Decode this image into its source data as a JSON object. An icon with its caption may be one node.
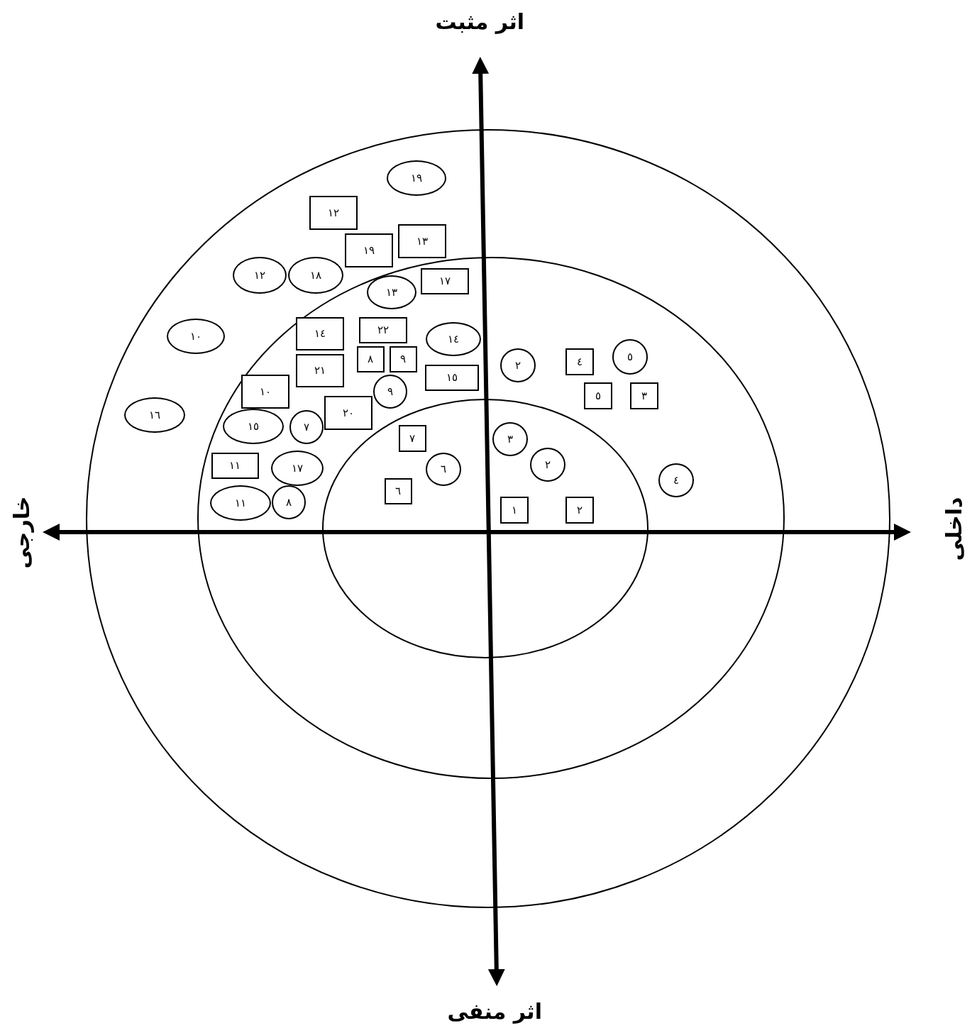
{
  "diagram": {
    "nodes": [
      {
        "text": [
          "١٩"
        ]
      },
      {
        "text": [
          "١٢"
        ]
      },
      {
        "text": [
          "١٣"
        ]
      },
      {
        "text": [
          "١٩"
        ]
      },
      {
        "text": [
          "١٢"
        ]
      },
      {
        "text": [
          "١٨"
        ]
      },
      {
        "text": [
          "١٧"
        ]
      },
      {
        "text": [
          "١٣"
        ]
      },
      {
        "text": [
          "١٠"
        ]
      },
      {
        "text": [
          "١٤"
        ]
      },
      {
        "text": [
          "٢٢"
        ]
      },
      {
        "text": [
          "١٤"
        ]
      },
      {
        "text": [
          "٨"
        ]
      },
      {
        "text": [
          "٩"
        ]
      },
      {
        "text": [
          "١٠"
        ]
      },
      {
        "text": [
          "٢١"
        ]
      },
      {
        "text": [
          "١٥"
        ]
      },
      {
        "text": [
          "٩"
        ]
      },
      {
        "text": [
          "١٦"
        ]
      },
      {
        "text": [
          "٢٠"
        ]
      },
      {
        "text": [
          "١٥"
        ]
      },
      {
        "text": [
          "٧"
        ]
      },
      {
        "text": [
          "٧"
        ]
      },
      {
        "text": [
          "١١"
        ]
      },
      {
        "text": [
          "١٧"
        ]
      },
      {
        "text": [
          "٦"
        ]
      },
      {
        "text": [
          "٦"
        ]
      },
      {
        "text": [
          "١١"
        ]
      },
      {
        "text": [
          "٨"
        ]
      },
      {
        "text": [
          "٢"
        ]
      },
      {
        "text": [
          "٤"
        ]
      },
      {
        "text": [
          "٥"
        ]
      },
      {
        "text": [
          "٥"
        ]
      },
      {
        "text": [
          "٣"
        ]
      },
      {
        "text": [
          "٣"
        ]
      },
      {
        "text": [
          "٢"
        ]
      },
      {
        "text": [
          "٤"
        ]
      },
      {
        "text": [
          "١"
        ]
      },
      {
        "text": [
          "٢"
        ]
      }
    ],
    "labels": [
      "اثر مثبت",
      "داخلی",
      "خارجی",
      "اثر منفی"
    ]
  }
}
